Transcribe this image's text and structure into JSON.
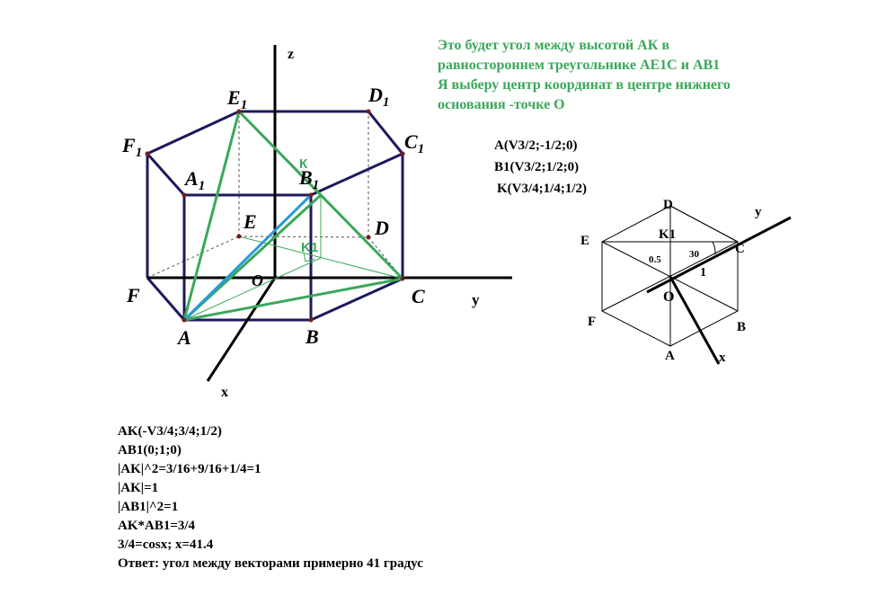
{
  "note": {
    "lines": [
      "Это будет угол между высотой АК в",
      "равностороннем треугольнике АЕ1С и АВ1",
      "Я выберу центр координат в центре нижнего",
      "основания -точке О"
    ]
  },
  "coordinates": {
    "a": "A(V3/2;-1/2;0)",
    "b1": "B1(V3/2;1/2;0)",
    "k": "K(V3/4;1/4;1/2)"
  },
  "calc": {
    "lines": [
      "AK(-V3/4;3/4;1/2)",
      "AB1(0;1;0)",
      "|AK|^2=3/16+9/16+1/4=1",
      "|AK|=1",
      "|AB1|^2=1",
      "AK*AB1=3/4",
      "3/4=cosx; x=41.4",
      "Ответ: угол между векторами примерно 41 градус"
    ]
  },
  "prism_labels": {
    "z": "z",
    "y": "y",
    "x": "x",
    "E1": "E",
    "E1_sub": "1",
    "D1": "D",
    "D1_sub": "1",
    "F1": "F",
    "F1_sub": "1",
    "C1": "C",
    "C1_sub": "1",
    "A1": "A",
    "A1_sub": "1",
    "B1": "B",
    "B1_sub": "1",
    "E": "E",
    "D": "D",
    "F": "F",
    "O": "O",
    "C": "C",
    "A": "A",
    "B": "B",
    "K": "К",
    "K1": "K1"
  },
  "hex_labels": {
    "D": "D",
    "E": "E",
    "K1": "K1",
    "y": "y",
    "C": "C",
    "half": "0.5",
    "angle": "30",
    "one": "1",
    "O": "O",
    "F": "F",
    "B": "B",
    "A": "A",
    "x": "x"
  },
  "colors": {
    "edges": "#1c1a5c",
    "green": "#3aa85a",
    "blue": "#2a9ad6",
    "axes": "#000000"
  }
}
